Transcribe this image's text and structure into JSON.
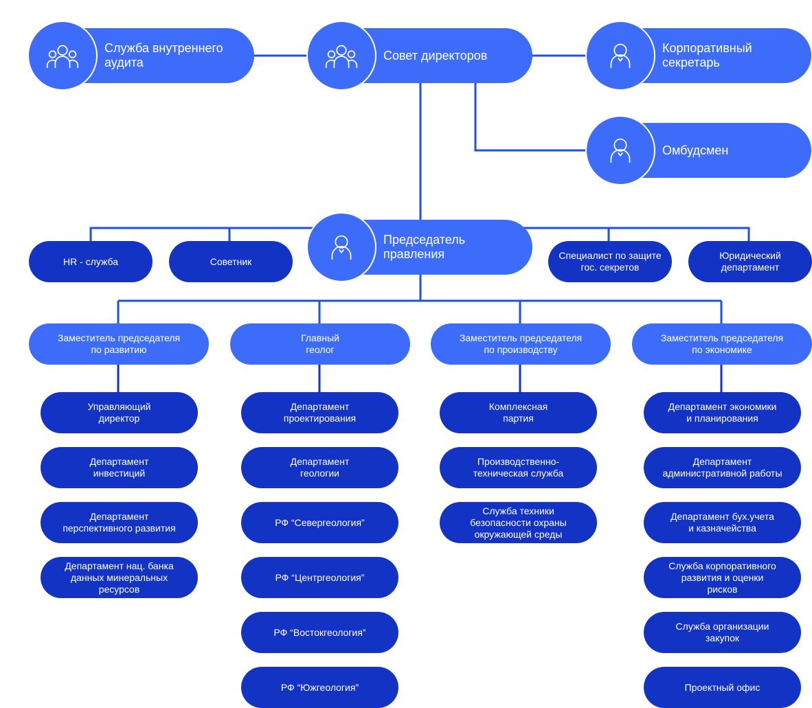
{
  "colors": {
    "primary": "#3d6cfa",
    "dark": "#1233c4",
    "line": "#1e4fe6",
    "line_dark": "#1233c4"
  },
  "top": {
    "audit": {
      "label": "Служба внутреннего\nаудита",
      "icon": "group-people-icon"
    },
    "board": {
      "label": "Совет директоров",
      "icon": "group-people-icon"
    },
    "secretary": {
      "label": "Корпоративный\nсекретарь",
      "icon": "person-icon"
    },
    "ombudsman": {
      "label": "Омбудсмен",
      "icon": "person-icon"
    }
  },
  "chairman": {
    "label": "Председатель\nправления",
    "icon": "person-icon"
  },
  "staff": {
    "hr": "HR - служба",
    "advisor": "Советник",
    "secrets": "Специалист по защите\nгос. секретов",
    "legal": "Юридический\nдепартамент"
  },
  "deputies": [
    {
      "label": "Заместитель  председателя\nпо развитию",
      "units": [
        "Управляющий\nдиректор",
        "Департамент\nинвестиций",
        "Департамент\nперспективного развития",
        "Департамент нац. банка\nданных минеральных\nресурсов"
      ]
    },
    {
      "label": "Главный\nгеолог",
      "units": [
        "Департамент\nпроектирования",
        "Департамент\nгеологии",
        "РФ “Севергеология”",
        "РФ “Центргеология”",
        "РФ “Востокгеология”",
        "РФ “Южгеология”"
      ]
    },
    {
      "label": "Заместитель председателя\nпо производству",
      "units": [
        "Комплексная\nпартия",
        "Производственно-\nтехническая служба",
        "Служба техники\nбезопасности охраны\nокружающей среды"
      ]
    },
    {
      "label": "Заместитель председателя\nпо экономике",
      "units": [
        "Департамент экономики\nи планирования",
        "Департамент\nадминистративной работы",
        "Департамент бух.учета\nи казначейства",
        "Служба корпоративного\nразвития и оценки\nрисков",
        "Служба организации\nзакупок",
        "Проектный офис"
      ]
    }
  ]
}
